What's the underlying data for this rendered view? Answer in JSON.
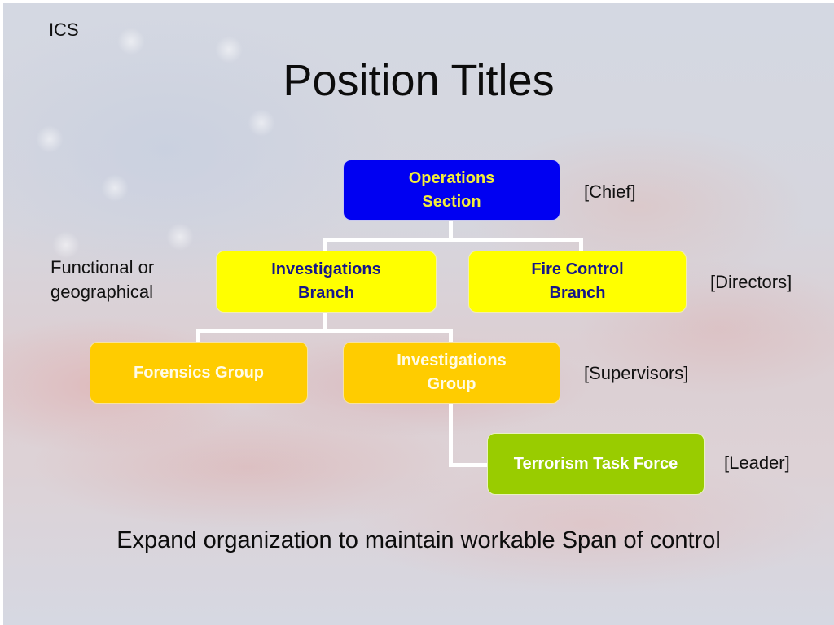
{
  "slide": {
    "corner_label": "ICS",
    "title": "Position Titles",
    "footer": "Expand organization to maintain workable Span of control"
  },
  "org_chart": {
    "section": {
      "line1": "Operations",
      "line2": "Section",
      "color": "#0000f2",
      "text_color": "#f4ee3a"
    },
    "branches": [
      {
        "line1": "Investigations",
        "line2": "Branch",
        "color": "#ffff00",
        "text_color": "#16168a"
      },
      {
        "line1": "Fire Control",
        "line2": "Branch",
        "color": "#ffff00",
        "text_color": "#16168a"
      }
    ],
    "groups": [
      {
        "label": "Forensics Group",
        "color": "#ffcc00",
        "text_color": "#ffffff"
      },
      {
        "line1": "Investigations",
        "line2": "Group",
        "color": "#ffcc00",
        "text_color": "#ffffff"
      }
    ],
    "task_force": {
      "label": "Terrorism Task Force",
      "color": "#99cc00",
      "text_color": "#ffffff"
    }
  },
  "level_labels": {
    "chief": "[Chief]",
    "directors": "[Directors]",
    "supervisors": "[Supervisors]",
    "leader": "[Leader]"
  },
  "annotation": {
    "line1": "Functional or",
    "line2": "geographical"
  }
}
